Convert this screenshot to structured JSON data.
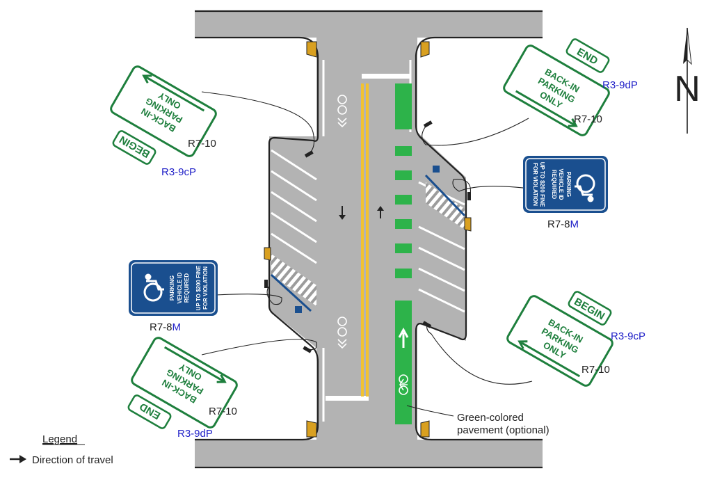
{
  "north_label": "N",
  "signs": {
    "top_left": {
      "code": "R7-10",
      "text_lines": [
        "BACK-IN",
        "PARKING",
        "ONLY"
      ],
      "plaque": "BEGIN",
      "plaque_code": "R3-9cP"
    },
    "top_right": {
      "code": "R7-10",
      "text_lines": [
        "BACK-IN",
        "PARKING",
        "ONLY"
      ],
      "plaque": "END",
      "plaque_code": "R3-9dP"
    },
    "bottom_left": {
      "code": "R7-10",
      "text_lines": [
        "BACK-IN",
        "PARKING",
        "ONLY"
      ],
      "plaque": "END",
      "plaque_code": "R3-9dP"
    },
    "bottom_right": {
      "code": "R7-10",
      "text_lines": [
        "BACK-IN",
        "PARKING",
        "ONLY"
      ],
      "plaque": "BEGIN",
      "plaque_code": "R3-9cP"
    },
    "left_accessible": {
      "code_prefix": "R7-8",
      "code_suffix": "M",
      "lines": [
        "PARKING",
        "VEHICLE ID",
        "REQUIRED",
        "UP TO $200 FINE",
        "FOR VIOLATION"
      ]
    },
    "right_accessible": {
      "code_prefix": "R7-8",
      "code_suffix": "M",
      "lines": [
        "PARKING",
        "VEHICLE ID",
        "REQUIRED",
        "UP TO $200 FINE",
        "FOR VIOLATION"
      ]
    }
  },
  "callouts": {
    "green_pavement_line1": "Green-colored",
    "green_pavement_line2": "pavement (optional)"
  },
  "legend": {
    "title": "Legend",
    "direction_label": "Direction of travel"
  },
  "colors": {
    "road": "#b3b3b3",
    "road_edge": "#222222",
    "bike_lane": "#2db34a",
    "center_line": "#f2c230",
    "sign_green": "#1e7f3d",
    "accessible_blue": "#1a4f8f",
    "label_blue": "#2020c8"
  }
}
